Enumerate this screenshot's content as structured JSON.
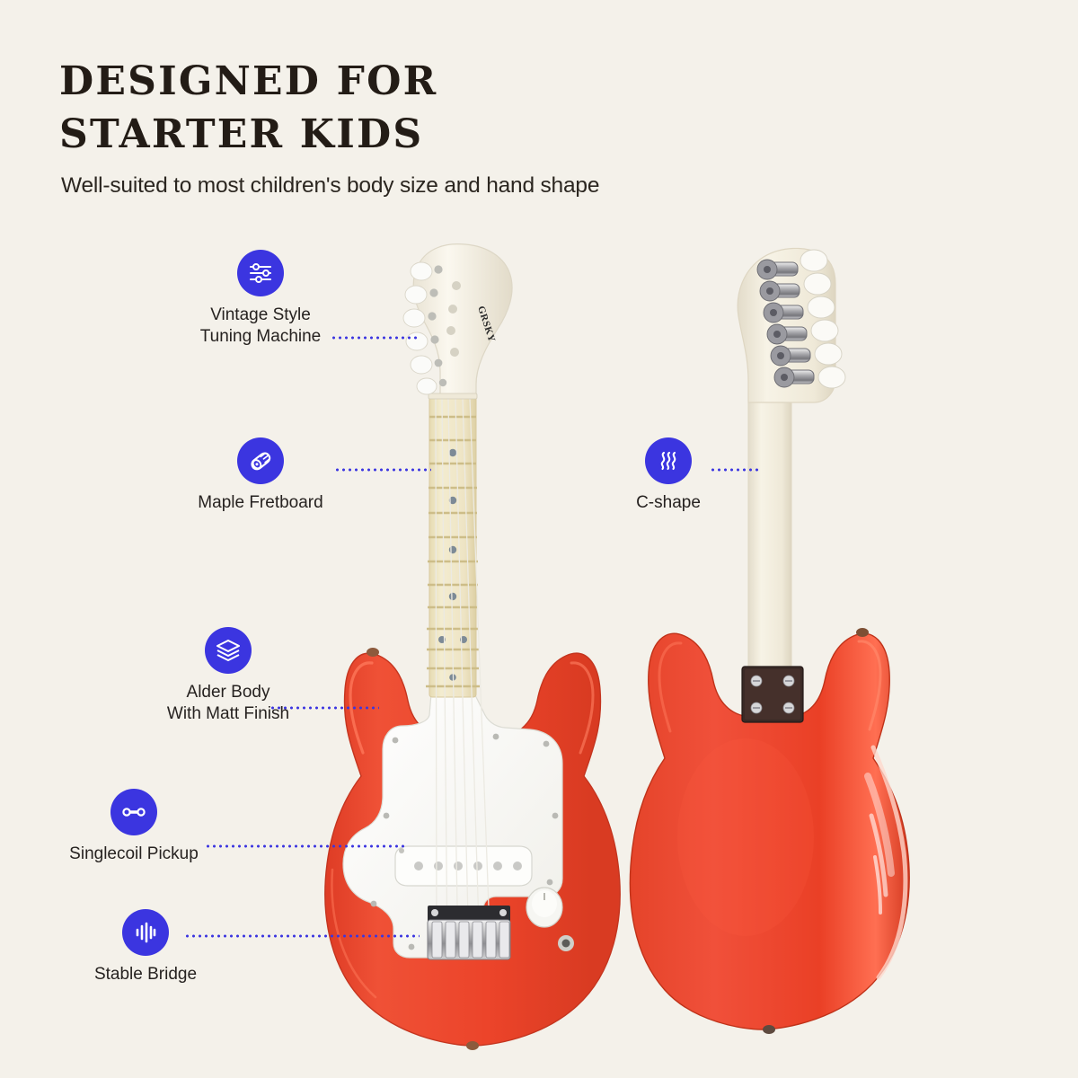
{
  "header": {
    "title": "DESIGNED FOR\nSTARTER KIDS",
    "subtitle": "Well-suited to most children's body size and hand shape"
  },
  "colors": {
    "background": "#f4f1ea",
    "accent_blue": "#3b35e0",
    "body_red": "#e8452c",
    "maple": "#efe6c2",
    "pickguard": "#fbfbf8",
    "headstock": "#f4f0e4",
    "title_text": "#231c16"
  },
  "features": [
    {
      "id": "tuning-machine",
      "icon": "sliders-icon",
      "label": "Vintage Style\nTuning Machine"
    },
    {
      "id": "maple-fretboard",
      "icon": "wood-log-icon",
      "label": "Maple Fretboard"
    },
    {
      "id": "alder-body",
      "icon": "layers-icon",
      "label": "Alder Body\nWith Matt Finish"
    },
    {
      "id": "singlecoil",
      "icon": "pickup-bar-icon",
      "label": "Singlecoil Pickup"
    },
    {
      "id": "stable-bridge",
      "icon": "waveform-icon",
      "label": "Stable Bridge"
    },
    {
      "id": "c-shape",
      "icon": "waves-icon",
      "label": "C-shape"
    }
  ],
  "product": {
    "front_view_name": "electric-guitar-front",
    "back_view_name": "electric-guitar-back",
    "headstock_logo": "GRSKY",
    "string_count": 6,
    "tuner_count": 6
  }
}
